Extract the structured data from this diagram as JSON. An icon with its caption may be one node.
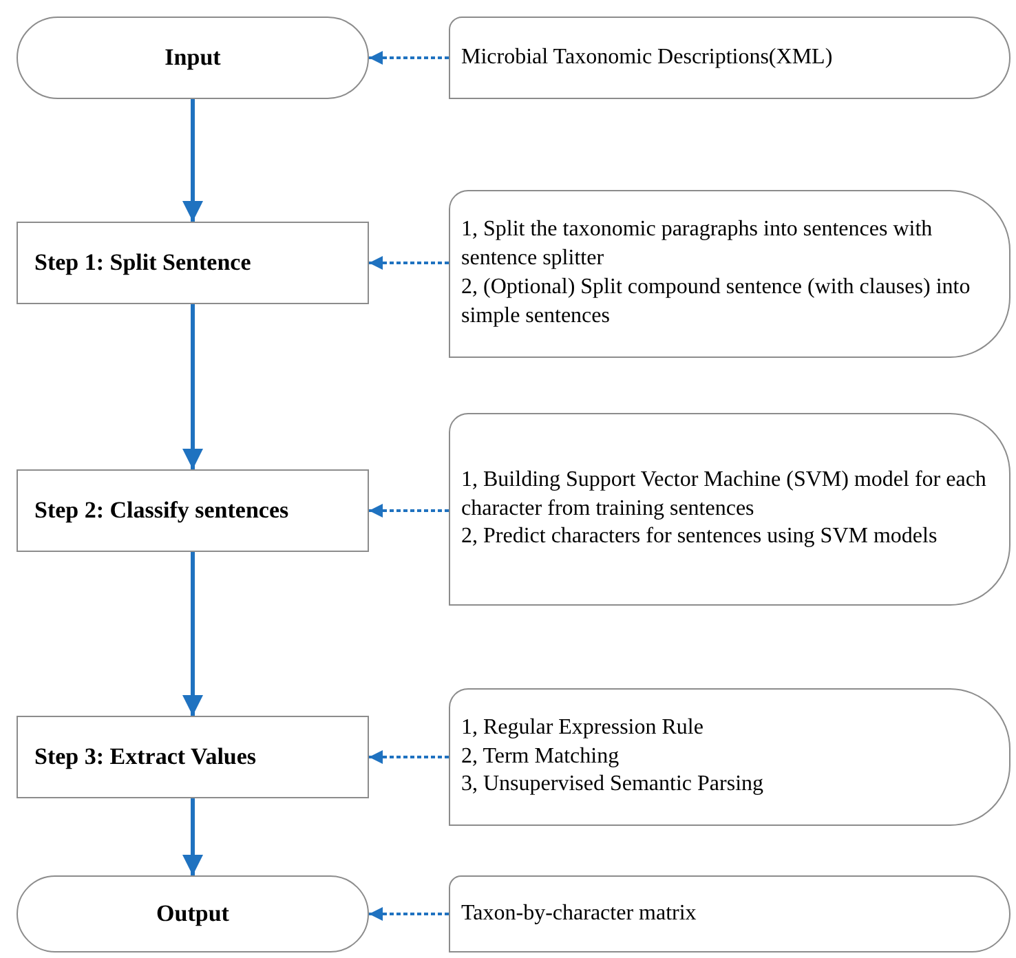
{
  "diagram": {
    "nodes": [
      {
        "text": [
          "Input"
        ]
      },
      {
        "text": [
          "Microbial Taxonomic Descriptions(XML)"
        ]
      },
      {
        "text": [
          "Step 1:  Split Sentence"
        ]
      },
      {
        "text": [
          "1, Split the taxonomic paragraphs into sentences with sentence splitter",
          "2, (Optional) Split compound sentence (with clauses) into simple sentences"
        ]
      },
      {
        "text": [
          "Step 2:  Classify sentences"
        ]
      },
      {
        "text": [
          "1, Building Support Vector Machine (SVM) model for each character from training sentences",
          "2, Predict characters for sentences using SVM models"
        ]
      },
      {
        "text": [
          "Step 3:  Extract Values"
        ]
      },
      {
        "text": [
          "1, Regular Expression Rule",
          "2, Term Matching",
          "3, Unsupervised Semantic Parsing"
        ]
      },
      {
        "text": [
          "Output"
        ]
      },
      {
        "text": [
          "Taxon-by-character matrix"
        ]
      }
    ],
    "edges": [
      {
        "from": 0,
        "to": 2,
        "arrow": "to"
      },
      {
        "from": 2,
        "to": 4,
        "arrow": "to"
      },
      {
        "from": 4,
        "to": 6,
        "arrow": "to"
      },
      {
        "from": 6,
        "to": 8,
        "arrow": "to"
      },
      {
        "from": 1,
        "to": 0,
        "arrow": "to",
        "style": "dashed"
      },
      {
        "from": 3,
        "to": 2,
        "arrow": "to",
        "style": "dashed"
      },
      {
        "from": 5,
        "to": 4,
        "arrow": "to",
        "style": "dashed"
      },
      {
        "from": 7,
        "to": 6,
        "arrow": "to",
        "style": "dashed"
      },
      {
        "from": 9,
        "to": 8,
        "arrow": "to",
        "style": "dashed"
      }
    ]
  }
}
